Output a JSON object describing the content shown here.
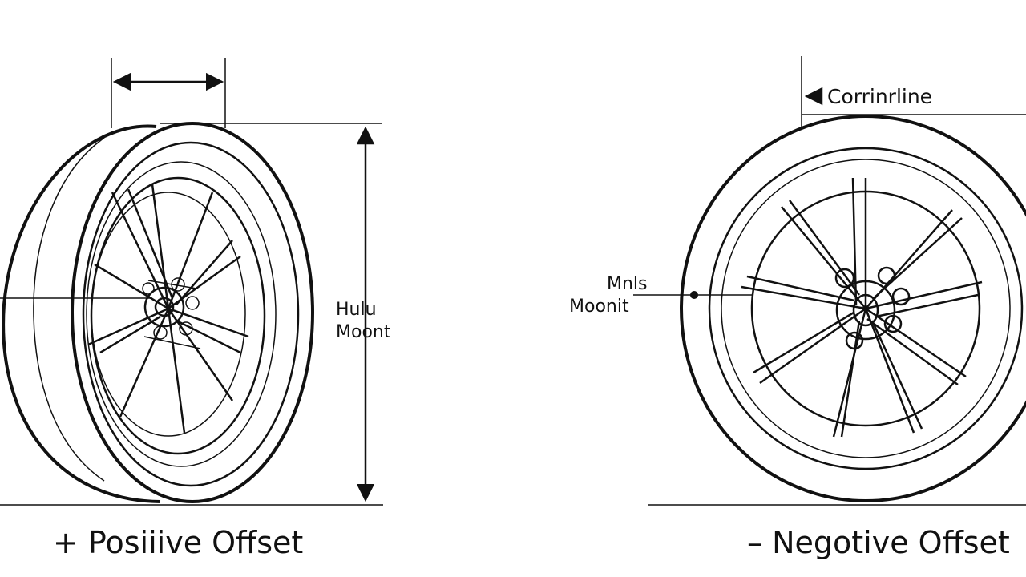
{
  "left_diagram": {
    "hub_label_line1": "Hulu",
    "hub_label_line2": "Moont",
    "caption": "+ Posiiive Offset"
  },
  "right_diagram": {
    "centerline_label": "Corrinrline",
    "mount_label_line1": "Mnls",
    "mount_label_line2": "Moonit",
    "caption": "– Negotive Offset"
  },
  "colors": {
    "line": "#111111",
    "background": "#ffffff"
  }
}
